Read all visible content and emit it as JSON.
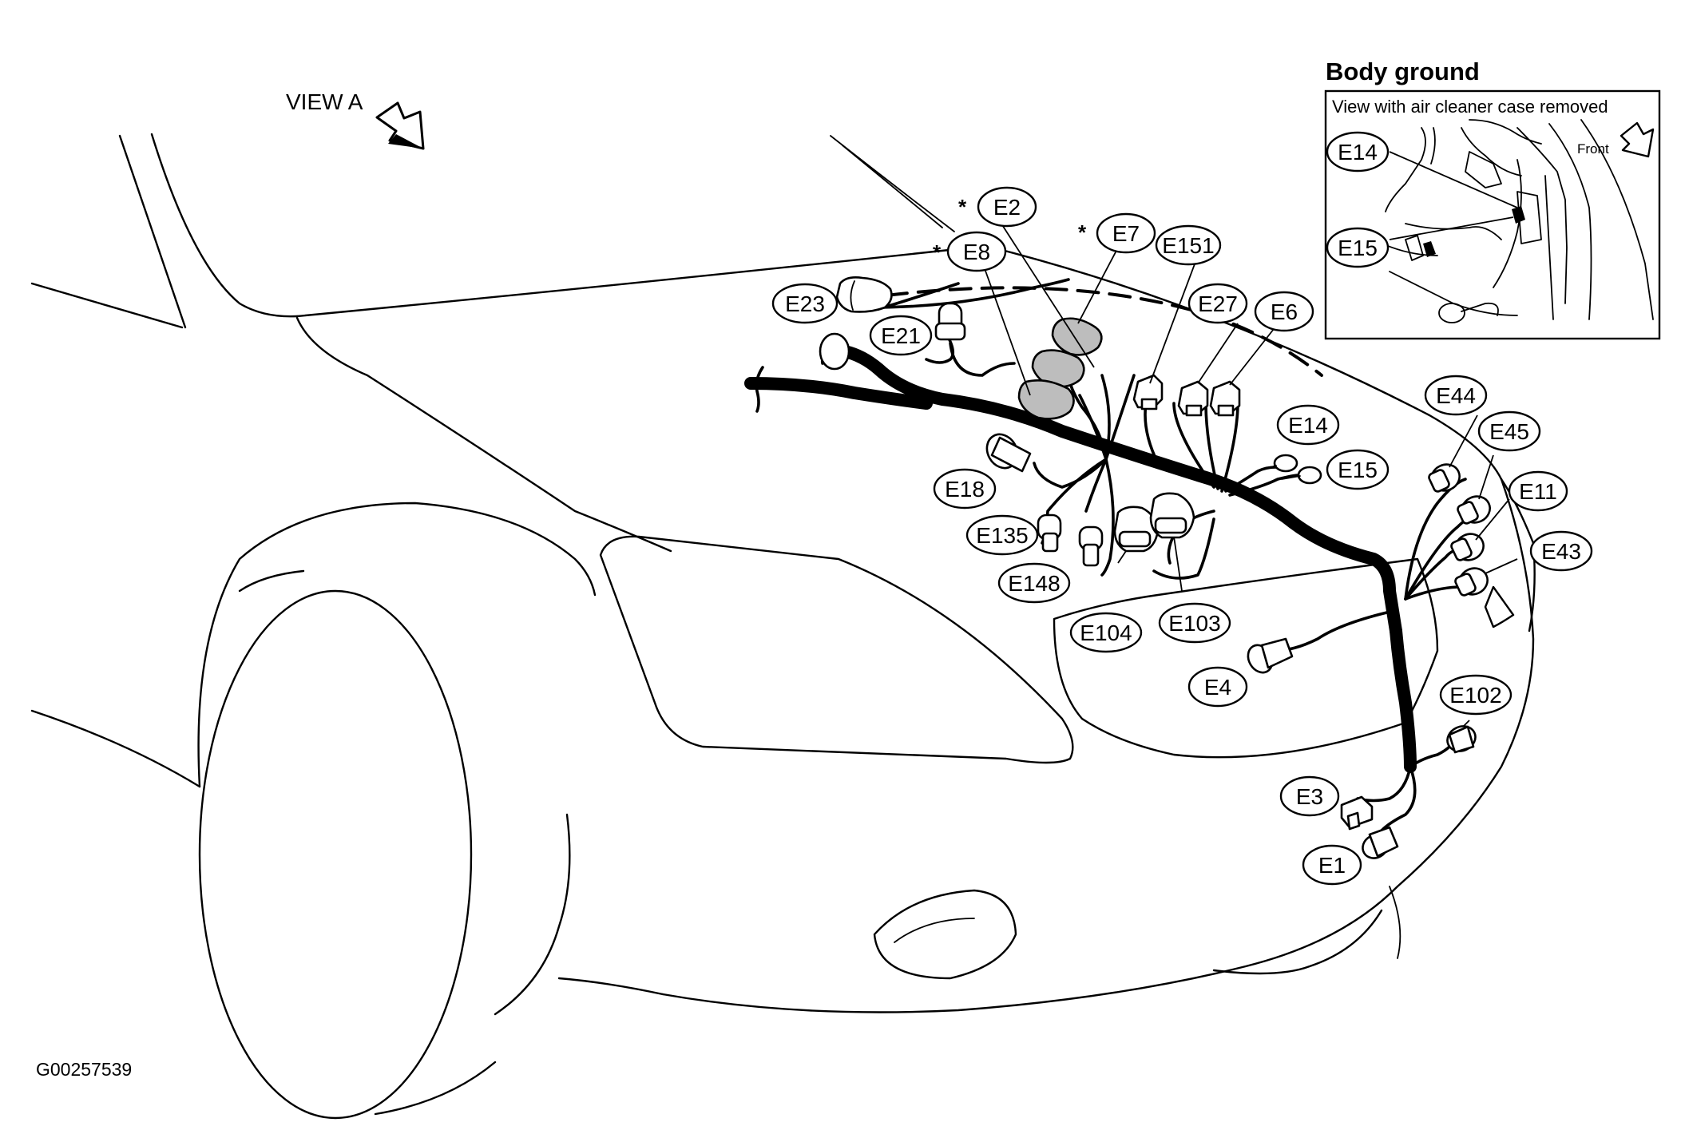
{
  "view_label": "VIEW A",
  "figure_id": "G00257539",
  "star_mark": "*",
  "inset": {
    "title": "Body ground",
    "subtitle": "View with air cleaner case removed",
    "front_label": "Front",
    "callouts": [
      "E14",
      "E15"
    ]
  },
  "connectors": {
    "E1": "E1",
    "E2": "E2",
    "E3": "E3",
    "E4": "E4",
    "E6": "E6",
    "E7": "E7",
    "E8": "E8",
    "E11": "E11",
    "E14": "E14",
    "E15": "E15",
    "E18": "E18",
    "E21": "E21",
    "E23": "E23",
    "E27": "E27",
    "E43": "E43",
    "E44": "E44",
    "E45": "E45",
    "E102": "E102",
    "E103": "E103",
    "E104": "E104",
    "E135": "E135",
    "E148": "E148",
    "E151": "E151"
  },
  "starred_connectors": [
    "E2",
    "E7",
    "E8"
  ]
}
